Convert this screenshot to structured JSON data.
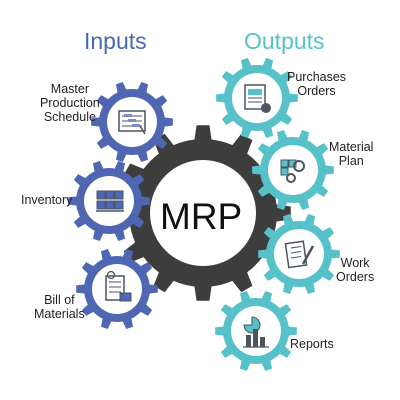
{
  "headings": {
    "inputs": "Inputs",
    "outputs": "Outputs"
  },
  "center": {
    "label": "MRP"
  },
  "inputs": [
    {
      "label_lines": [
        "Master",
        "Production",
        "Schedule"
      ],
      "icon": "schedule-chart-icon"
    },
    {
      "label_lines": [
        "Inventory"
      ],
      "icon": "inventory-boxes-icon"
    },
    {
      "label_lines": [
        "Bill of",
        "Materials"
      ],
      "icon": "bill-of-materials-icon"
    }
  ],
  "outputs": [
    {
      "label_lines": [
        "Purchases",
        "Orders"
      ],
      "icon": "purchase-order-icon"
    },
    {
      "label_lines": [
        "Material",
        "Plan"
      ],
      "icon": "material-plan-icon"
    },
    {
      "label_lines": [
        "Work",
        "Orders"
      ],
      "icon": "work-order-icon"
    },
    {
      "label_lines": [
        "Reports"
      ],
      "icon": "reports-icon"
    }
  ],
  "colors": {
    "inputs_gear": "#4f66b3",
    "inputs_heading": "#4a66b4",
    "outputs_gear": "#57c1c9",
    "outputs_heading": "#55c3cc",
    "center_gear": "#3d3d3d",
    "icon_line": "#4a5560"
  }
}
